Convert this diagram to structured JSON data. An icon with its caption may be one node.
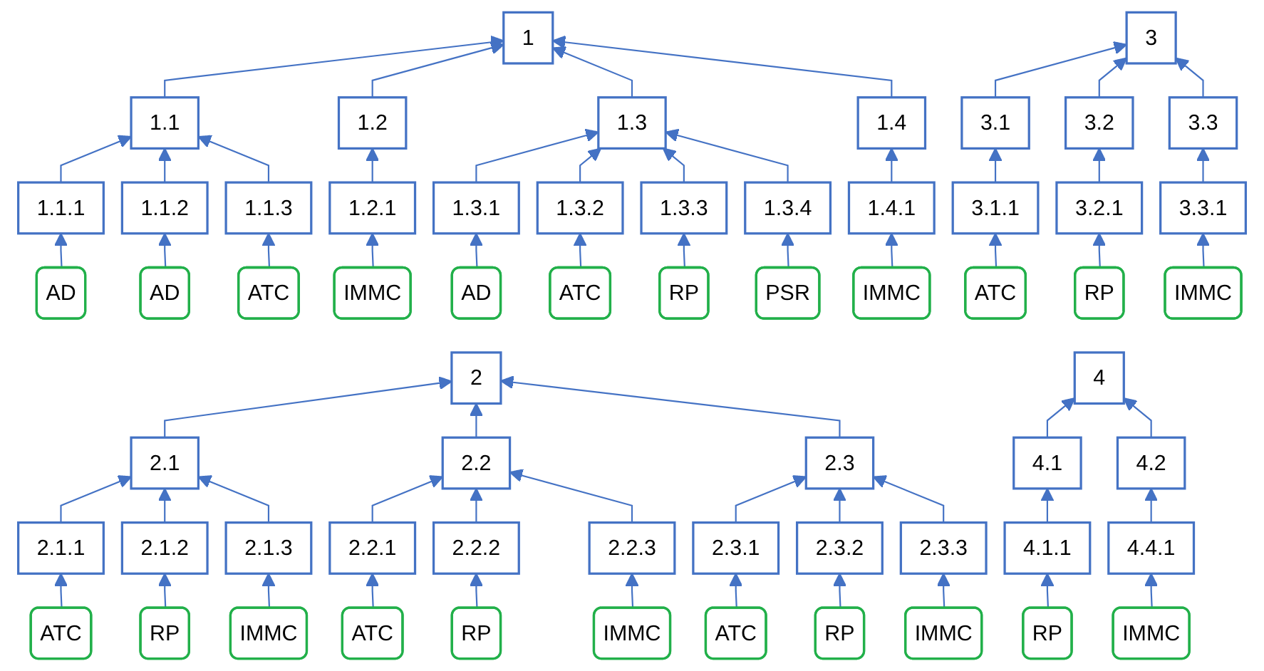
{
  "diagram": {
    "nodes": [
      {
        "text": [
          "1"
        ]
      },
      {
        "text": [
          "1.1"
        ]
      },
      {
        "text": [
          "1.2"
        ]
      },
      {
        "text": [
          "1.3"
        ]
      },
      {
        "text": [
          "1.4"
        ]
      },
      {
        "text": [
          "1.1.1"
        ]
      },
      {
        "text": [
          "1.1.2"
        ]
      },
      {
        "text": [
          "1.1.3"
        ]
      },
      {
        "text": [
          "1.2.1"
        ]
      },
      {
        "text": [
          "1.3.1"
        ]
      },
      {
        "text": [
          "1.3.2"
        ]
      },
      {
        "text": [
          "1.3.3"
        ]
      },
      {
        "text": [
          "1.3.4"
        ]
      },
      {
        "text": [
          "1.4.1"
        ]
      },
      {
        "text": [
          "AD"
        ]
      },
      {
        "text": [
          "AD"
        ]
      },
      {
        "text": [
          "ATC"
        ]
      },
      {
        "text": [
          "IMMC"
        ]
      },
      {
        "text": [
          "AD"
        ]
      },
      {
        "text": [
          "ATC"
        ]
      },
      {
        "text": [
          "RP"
        ]
      },
      {
        "text": [
          "PSR"
        ]
      },
      {
        "text": [
          "IMMC"
        ]
      },
      {
        "text": [
          "3"
        ]
      },
      {
        "text": [
          "3.1"
        ]
      },
      {
        "text": [
          "3.2"
        ]
      },
      {
        "text": [
          "3.3"
        ]
      },
      {
        "text": [
          "3.1.1"
        ]
      },
      {
        "text": [
          "3.2.1"
        ]
      },
      {
        "text": [
          "3.3.1"
        ]
      },
      {
        "text": [
          "ATC"
        ]
      },
      {
        "text": [
          "RP"
        ]
      },
      {
        "text": [
          "IMMC"
        ]
      },
      {
        "text": [
          "2"
        ]
      },
      {
        "text": [
          "2.1"
        ]
      },
      {
        "text": [
          "2.2"
        ]
      },
      {
        "text": [
          "2.3"
        ]
      },
      {
        "text": [
          "2.1.1"
        ]
      },
      {
        "text": [
          "2.1.2"
        ]
      },
      {
        "text": [
          "2.1.3"
        ]
      },
      {
        "text": [
          "2.2.1"
        ]
      },
      {
        "text": [
          "2.2.2"
        ]
      },
      {
        "text": [
          "2.2.3"
        ]
      },
      {
        "text": [
          "2.3.1"
        ]
      },
      {
        "text": [
          "2.3.2"
        ]
      },
      {
        "text": [
          "2.3.3"
        ]
      },
      {
        "text": [
          "ATC"
        ]
      },
      {
        "text": [
          "RP"
        ]
      },
      {
        "text": [
          "IMMC"
        ]
      },
      {
        "text": [
          "ATC"
        ]
      },
      {
        "text": [
          "RP"
        ]
      },
      {
        "text": [
          "IMMC"
        ]
      },
      {
        "text": [
          "ATC"
        ]
      },
      {
        "text": [
          "RP"
        ]
      },
      {
        "text": [
          "IMMC"
        ]
      },
      {
        "text": [
          "4"
        ]
      },
      {
        "text": [
          "4.1"
        ]
      },
      {
        "text": [
          "4.2"
        ]
      },
      {
        "text": [
          "4.1.1"
        ]
      },
      {
        "text": [
          "4.4.1"
        ]
      },
      {
        "text": [
          "RP"
        ]
      },
      {
        "text": [
          "IMMC"
        ]
      }
    ],
    "edges": [
      {
        "from": 1,
        "to": 0,
        "arrow": "to"
      },
      {
        "from": 2,
        "to": 0,
        "arrow": "to"
      },
      {
        "from": 3,
        "to": 0,
        "arrow": "to"
      },
      {
        "from": 4,
        "to": 0,
        "arrow": "to"
      },
      {
        "from": 5,
        "to": 1,
        "arrow": "to"
      },
      {
        "from": 6,
        "to": 1,
        "arrow": "to"
      },
      {
        "from": 7,
        "to": 1,
        "arrow": "to"
      },
      {
        "from": 8,
        "to": 2,
        "arrow": "to"
      },
      {
        "from": 9,
        "to": 3,
        "arrow": "to"
      },
      {
        "from": 10,
        "to": 3,
        "arrow": "to"
      },
      {
        "from": 11,
        "to": 3,
        "arrow": "to"
      },
      {
        "from": 12,
        "to": 3,
        "arrow": "to"
      },
      {
        "from": 13,
        "to": 4,
        "arrow": "to"
      },
      {
        "from": 14,
        "to": 5,
        "arrow": "to"
      },
      {
        "from": 15,
        "to": 6,
        "arrow": "to"
      },
      {
        "from": 16,
        "to": 7,
        "arrow": "to"
      },
      {
        "from": 17,
        "to": 8,
        "arrow": "to"
      },
      {
        "from": 18,
        "to": 9,
        "arrow": "to"
      },
      {
        "from": 19,
        "to": 10,
        "arrow": "to"
      },
      {
        "from": 20,
        "to": 11,
        "arrow": "to"
      },
      {
        "from": 21,
        "to": 12,
        "arrow": "to"
      },
      {
        "from": 22,
        "to": 13,
        "arrow": "to"
      },
      {
        "from": 24,
        "to": 23,
        "arrow": "to"
      },
      {
        "from": 25,
        "to": 23,
        "arrow": "to"
      },
      {
        "from": 26,
        "to": 23,
        "arrow": "to"
      },
      {
        "from": 27,
        "to": 24,
        "arrow": "to"
      },
      {
        "from": 28,
        "to": 25,
        "arrow": "to"
      },
      {
        "from": 29,
        "to": 26,
        "arrow": "to"
      },
      {
        "from": 30,
        "to": 27,
        "arrow": "to"
      },
      {
        "from": 31,
        "to": 28,
        "arrow": "to"
      },
      {
        "from": 32,
        "to": 29,
        "arrow": "to"
      },
      {
        "from": 34,
        "to": 33,
        "arrow": "to"
      },
      {
        "from": 35,
        "to": 33,
        "arrow": "to"
      },
      {
        "from": 36,
        "to": 33,
        "arrow": "to"
      },
      {
        "from": 37,
        "to": 34,
        "arrow": "to"
      },
      {
        "from": 38,
        "to": 34,
        "arrow": "to"
      },
      {
        "from": 39,
        "to": 34,
        "arrow": "to"
      },
      {
        "from": 40,
        "to": 35,
        "arrow": "to"
      },
      {
        "from": 41,
        "to": 35,
        "arrow": "to"
      },
      {
        "from": 42,
        "to": 35,
        "arrow": "to"
      },
      {
        "from": 43,
        "to": 36,
        "arrow": "to"
      },
      {
        "from": 44,
        "to": 36,
        "arrow": "to"
      },
      {
        "from": 45,
        "to": 36,
        "arrow": "to"
      },
      {
        "from": 46,
        "to": 37,
        "arrow": "to"
      },
      {
        "from": 47,
        "to": 38,
        "arrow": "to"
      },
      {
        "from": 48,
        "to": 39,
        "arrow": "to"
      },
      {
        "from": 49,
        "to": 40,
        "arrow": "to"
      },
      {
        "from": 50,
        "to": 41,
        "arrow": "to"
      },
      {
        "from": 51,
        "to": 42,
        "arrow": "to"
      },
      {
        "from": 52,
        "to": 43,
        "arrow": "to"
      },
      {
        "from": 53,
        "to": 44,
        "arrow": "to"
      },
      {
        "from": 54,
        "to": 45,
        "arrow": "to"
      },
      {
        "from": 56,
        "to": 55,
        "arrow": "to"
      },
      {
        "from": 57,
        "to": 55,
        "arrow": "to"
      },
      {
        "from": 58,
        "to": 56,
        "arrow": "to"
      },
      {
        "from": 59,
        "to": 57,
        "arrow": "to"
      },
      {
        "from": 60,
        "to": 58,
        "arrow": "to"
      },
      {
        "from": 61,
        "to": 59,
        "arrow": "to"
      }
    ]
  }
}
